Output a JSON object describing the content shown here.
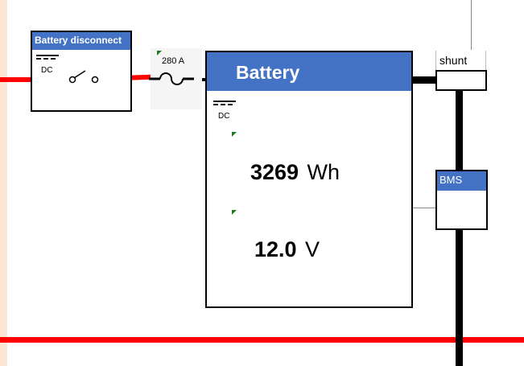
{
  "disconnect": {
    "title": "Battery disconnect",
    "dc_label": "DC"
  },
  "fuse": {
    "rating": "280 A"
  },
  "battery": {
    "title": "Battery",
    "dc_label": "DC",
    "energy_value": "3269",
    "energy_unit": "Wh",
    "voltage_value": "12.0",
    "voltage_unit": "V"
  },
  "shunt": {
    "label": "shunt"
  },
  "bms": {
    "label": "BMS"
  },
  "colors": {
    "header_blue": "#4472c4",
    "wire_red": "#ff0000",
    "wire_black": "#000000",
    "marker_green": "#1f7a1f",
    "side_strip": "#fbe5d6"
  }
}
